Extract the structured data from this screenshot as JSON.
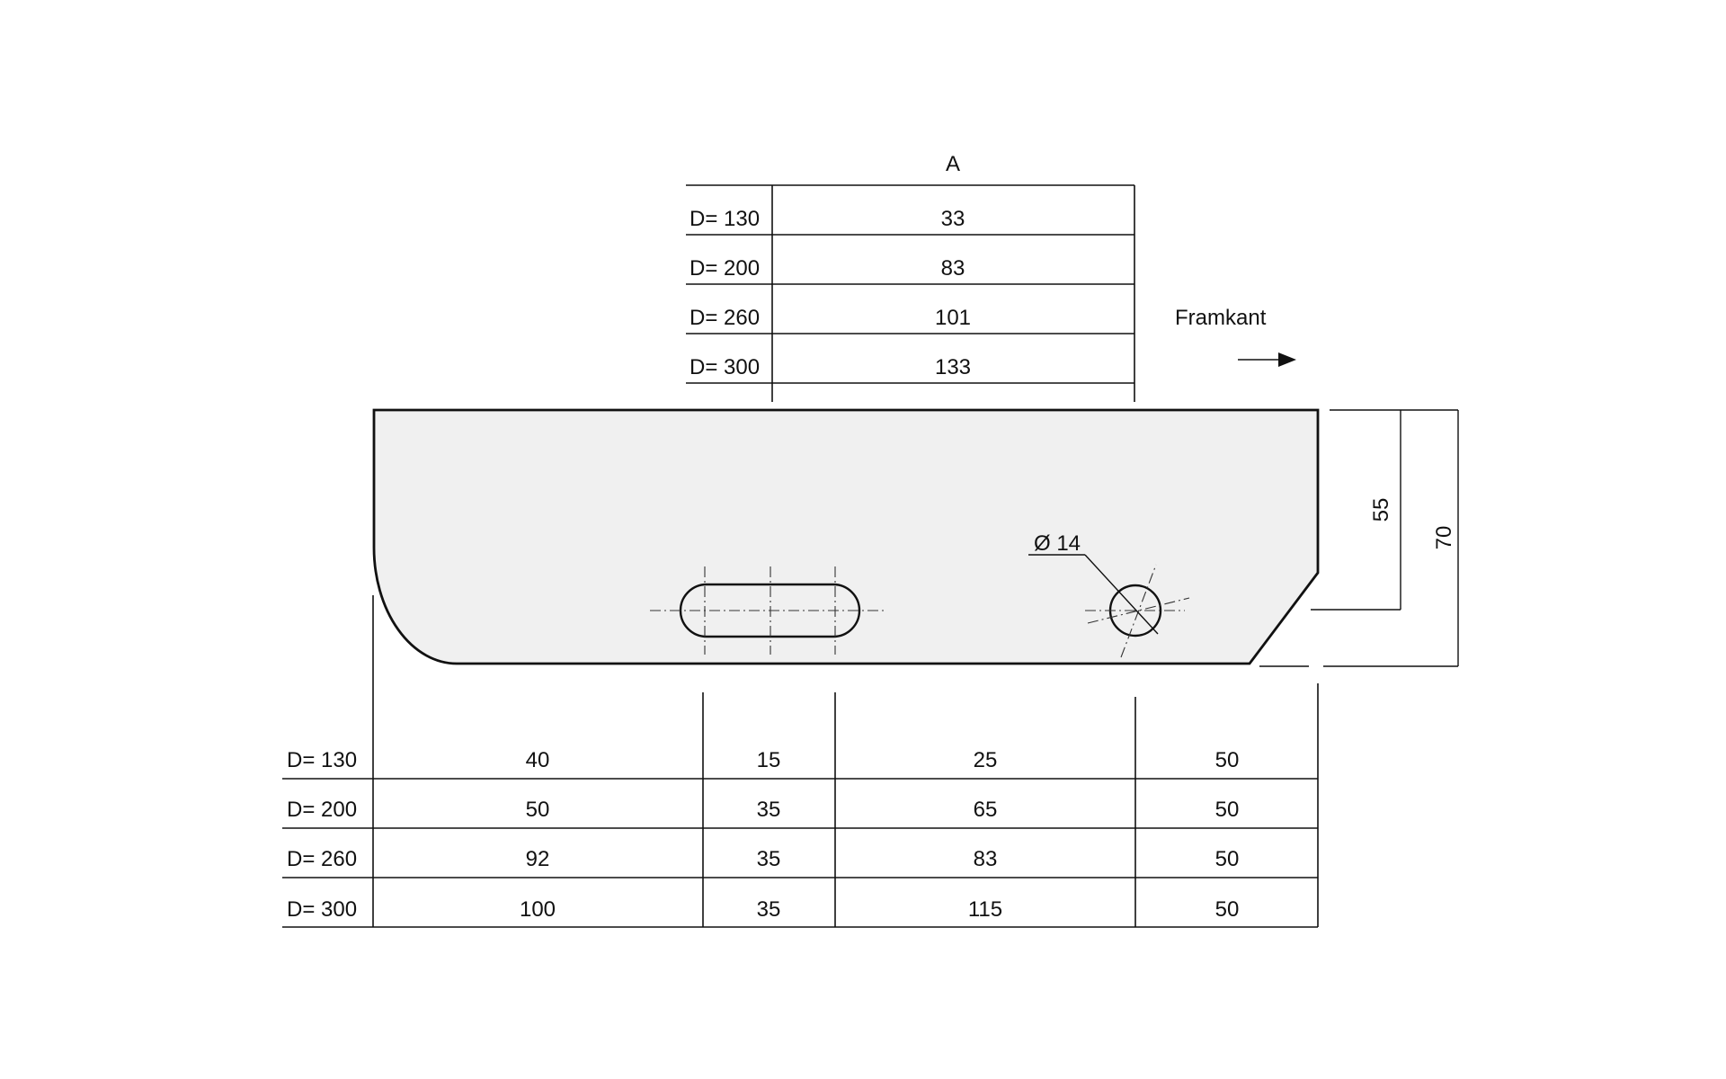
{
  "top_table": {
    "header": "A",
    "rows": [
      {
        "label": "D= 130",
        "value": "33"
      },
      {
        "label": "D= 200",
        "value": "83"
      },
      {
        "label": "D= 260",
        "value": "101"
      },
      {
        "label": "D= 300",
        "value": "133"
      }
    ]
  },
  "direction": {
    "label": "Framkant"
  },
  "hole_callout": "Ø 14",
  "dimensions": {
    "inner_height": "55",
    "outer_height": "70"
  },
  "bottom_table": {
    "rows": [
      {
        "label": "D= 130",
        "values": [
          "40",
          "15",
          "25",
          "50"
        ]
      },
      {
        "label": "D= 200",
        "values": [
          "50",
          "35",
          "65",
          "50"
        ]
      },
      {
        "label": "D= 260",
        "values": [
          "92",
          "35",
          "83",
          "50"
        ]
      },
      {
        "label": "D= 300",
        "values": [
          "100",
          "35",
          "115",
          "50"
        ]
      }
    ]
  }
}
